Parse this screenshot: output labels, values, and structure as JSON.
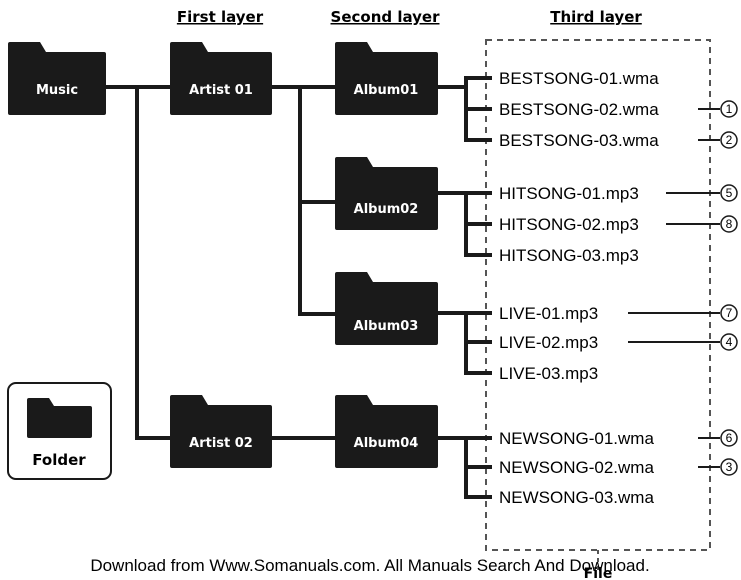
{
  "layers": {
    "first": "First layer",
    "second": "Second layer",
    "third": "Third layer"
  },
  "folders": {
    "music": "Music",
    "artist01": "Artist 01",
    "artist02": "Artist 02",
    "album01": "Album01",
    "album02": "Album02",
    "album03": "Album03",
    "album04": "Album04"
  },
  "files": {
    "f1": "BESTSONG-01.wma",
    "f2": "BESTSONG-02.wma",
    "f3": "BESTSONG-03.wma",
    "f4": "HITSONG-01.mp3",
    "f5": "HITSONG-02.mp3",
    "f6": "HITSONG-03.mp3",
    "f7": "LIVE-01.mp3",
    "f8": "LIVE-02.mp3",
    "f9": "LIVE-03.mp3",
    "f10": "NEWSONG-01.wma",
    "f11": "NEWSONG-02.wma",
    "f12": "NEWSONG-03.wma"
  },
  "markers": {
    "m1": "1",
    "m2": "2",
    "m3": "5",
    "m4": "8",
    "m5": "7",
    "m6": "4",
    "m7": "6",
    "m8": "3"
  },
  "legend": {
    "folder": "Folder",
    "file": "File"
  },
  "footer": "Download from Www.Somanuals.com. All Manuals Search And Download."
}
